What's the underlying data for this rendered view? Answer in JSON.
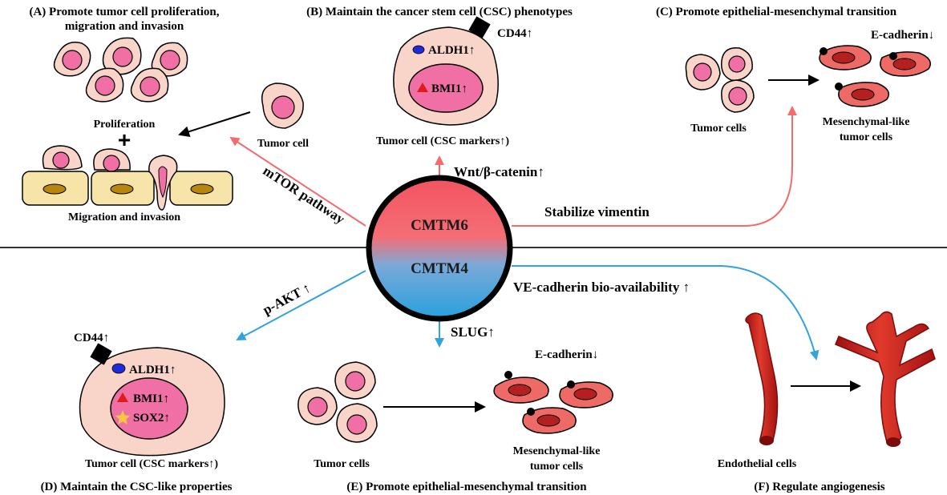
{
  "panels": {
    "a": {
      "title_line1": "(A) Promote tumor cell proliferation,",
      "title_line2": "migration and invasion",
      "proliferation": "Proliferation",
      "plus": "+",
      "migration": "Migration and invasion",
      "tumor_cell": "Tumor cell",
      "pathway": "mTOR pathway"
    },
    "b": {
      "title": "(B) Maintain the cancer stem cell (CSC) phenotypes",
      "cd44": "CD44↑",
      "aldh1": "ALDH1↑",
      "bmi1": "BMI1↑",
      "caption": "Tumor cell (CSC markers↑)",
      "pathway": "Wnt/β-catenin↑"
    },
    "c": {
      "title": "(C) Promote epithelial-mesenchymal transition",
      "ecadherin": "E-cadherin↓",
      "tumor_cells": "Tumor cells",
      "mes_line1": "Mesenchymal-like",
      "mes_line2": "tumor cells",
      "pathway": "Stabilize vimentin"
    },
    "d": {
      "title": "(D) Maintain the CSC-like properties",
      "cd44": "CD44↑",
      "aldh1": "ALDH1↑",
      "bmi1": "BMI1↑",
      "sox2": "SOX2↑",
      "caption": "Tumor cell (CSC markers↑)",
      "pathway": "p-AKT ↑"
    },
    "e": {
      "title": "(E) Promote epithelial-mesenchymal transition",
      "ecadherin": "E-cadherin↓",
      "tumor_cells": "Tumor cells",
      "mes_line1": "Mesenchymal-like",
      "mes_line2": "tumor cells",
      "pathway": "SLUG↑"
    },
    "f": {
      "title": "(F) Regulate angiogenesis",
      "endothelial": "Endothelial cells",
      "pathway": "VE-cadherin bio-availability ↑"
    }
  },
  "hub": {
    "top": "CMTM6",
    "bottom": "CMTM4"
  },
  "colors": {
    "cmtm6_arrow": "#f36b6b",
    "cmtm4_arrow": "#33a3dc",
    "cell_fill": "#f8d4c9",
    "nucleus_fill": "#f070a6",
    "mes_cell": "#ee6a66",
    "mes_nucleus": "#b3201f",
    "endothelial_cell": "#f7e4a8",
    "vessel": "#c81d1d"
  }
}
